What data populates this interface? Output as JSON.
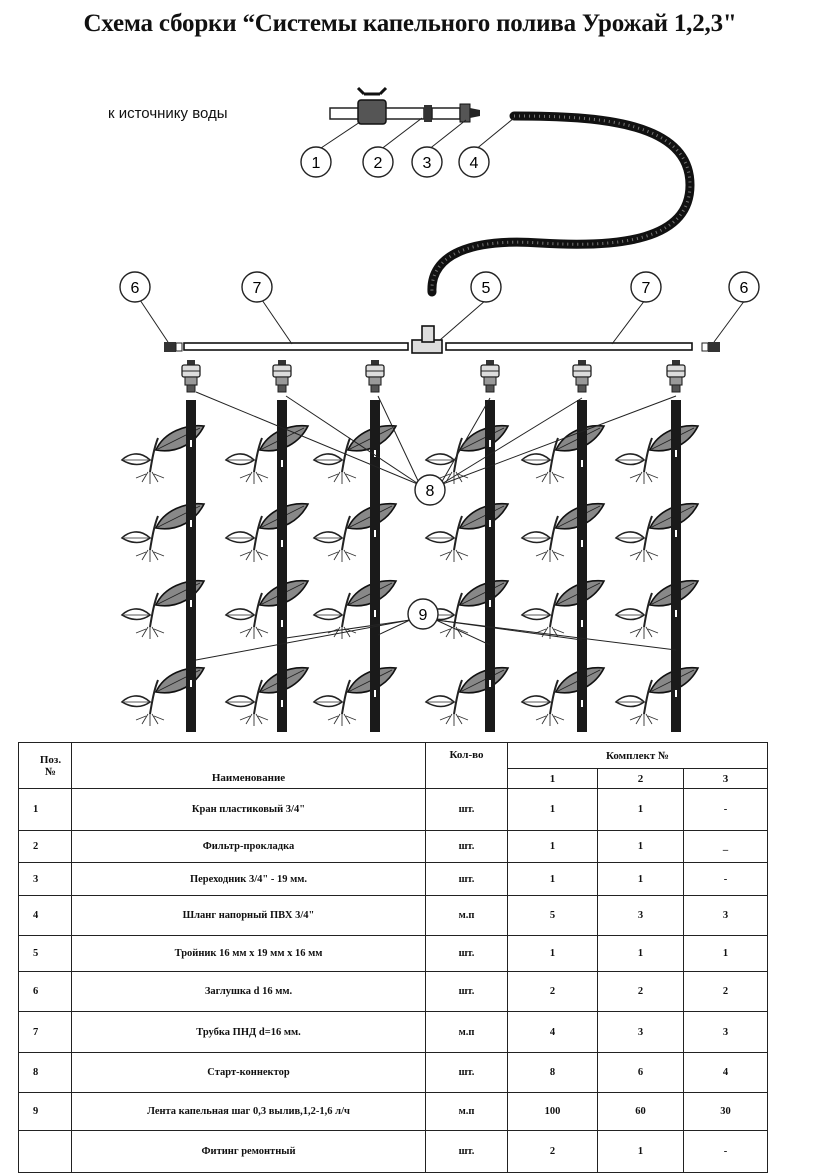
{
  "title": "Схема сборки  “Системы капельного полива Урожай 1,2,3\"",
  "diagram": {
    "source_label": "к источнику воды",
    "callouts": [
      "1",
      "2",
      "3",
      "4",
      "5",
      "6",
      "7",
      "8",
      "9"
    ]
  },
  "table": {
    "headers": {
      "pos_line1": "Поз.",
      "pos_line2": "№",
      "name": "Наименование",
      "unit": "Кол-во",
      "kit": "Комплект №",
      "kit_cols": [
        "1",
        "2",
        "3"
      ]
    },
    "rows": [
      {
        "pos": "1",
        "name": "Кран пластиковый  3/4\"",
        "unit": "шт.",
        "k1": "1",
        "k2": "1",
        "k3": "-"
      },
      {
        "pos": "2",
        "name": "Фильтр-прокладка",
        "unit": "шт.",
        "k1": "1",
        "k2": "1",
        "k3": "_"
      },
      {
        "pos": "3",
        "name": "Переходник 3/4\" - 19 мм.",
        "unit": "шт.",
        "k1": "1",
        "k2": "1",
        "k3": "-"
      },
      {
        "pos": "4",
        "name": "Шланг напорный ПВХ 3/4\"",
        "unit": "м.п",
        "k1": "5",
        "k2": "3",
        "k3": "3"
      },
      {
        "pos": "5",
        "name": "Тройник 16 мм х 19 мм х 16 мм",
        "unit": "шт.",
        "k1": "1",
        "k2": "1",
        "k3": "1"
      },
      {
        "pos": "6",
        "name": "Заглушка  d 16 мм.",
        "unit": "шт.",
        "k1": "2",
        "k2": "2",
        "k3": "2"
      },
      {
        "pos": "7",
        "name": "Трубка ПНД d=16 мм.",
        "unit": "м.п",
        "k1": "4",
        "k2": "3",
        "k3": "3"
      },
      {
        "pos": "8",
        "name": "Старт-коннектор",
        "unit": "шт.",
        "k1": "8",
        "k2": "6",
        "k3": "4"
      },
      {
        "pos": "9",
        "name": "Лента капельная шаг 0,3 вылив,1,2-1,6  л/ч",
        "unit": "м.п",
        "k1": "100",
        "k2": "60",
        "k3": "30"
      },
      {
        "pos": "",
        "name": "Фитинг ремонтный",
        "unit": "шт.",
        "k1": "2",
        "k2": "1",
        "k3": "-"
      }
    ]
  }
}
